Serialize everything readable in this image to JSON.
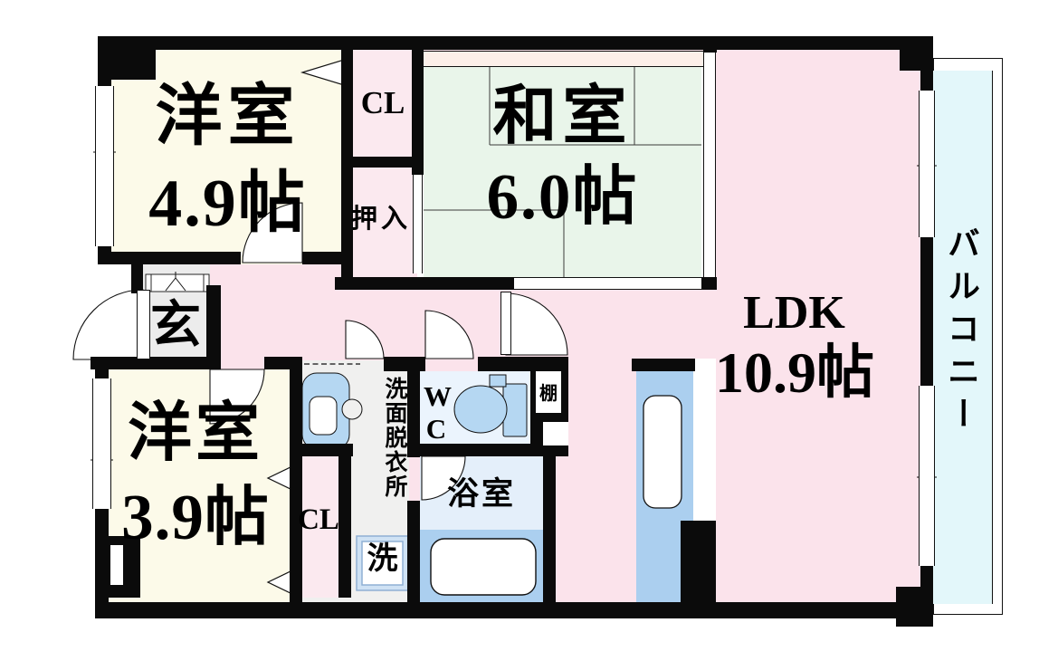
{
  "plan": {
    "rooms": {
      "western1": {
        "label": "洋室",
        "area": "4.9帖"
      },
      "japanese": {
        "label": "和室",
        "area": "6.0帖"
      },
      "ldk": {
        "label": "LDK",
        "area": "10.9帖"
      },
      "western2": {
        "label": "洋室",
        "area": "3.9帖"
      },
      "balcony": {
        "label": "バルコニー"
      },
      "entrance": {
        "label": "玄"
      },
      "bathroom": {
        "label": "浴室"
      },
      "washroom": {
        "label": "洗面脱衣所"
      },
      "toilet": {
        "label_line1": "W",
        "label_line2": "C"
      },
      "laundry": {
        "label": "洗"
      },
      "shelf": {
        "label": "棚"
      },
      "closet_upper": {
        "label": "CL"
      },
      "oshiire": {
        "label": "押入"
      },
      "closet_lower": {
        "label": "CL"
      }
    },
    "colors": {
      "wall": "#0b0b0b",
      "western_room": "#FCFAE9",
      "ldk_hall": "#FBE3EB",
      "closet": "#FBE9EF",
      "tatami": "#E9F5EA",
      "tatami_edge_strip": "#FCEFE9",
      "balcony": "#E3F7FA",
      "entrance_floor": "#ECECEC",
      "washroom_floor": "#F0F0EF",
      "wc_floor": "#EBF4FD",
      "bath_floor": "#E4EFFA",
      "fixture_blue": "#B5D7F2",
      "counter_blue": "#ABCFEF"
    }
  }
}
